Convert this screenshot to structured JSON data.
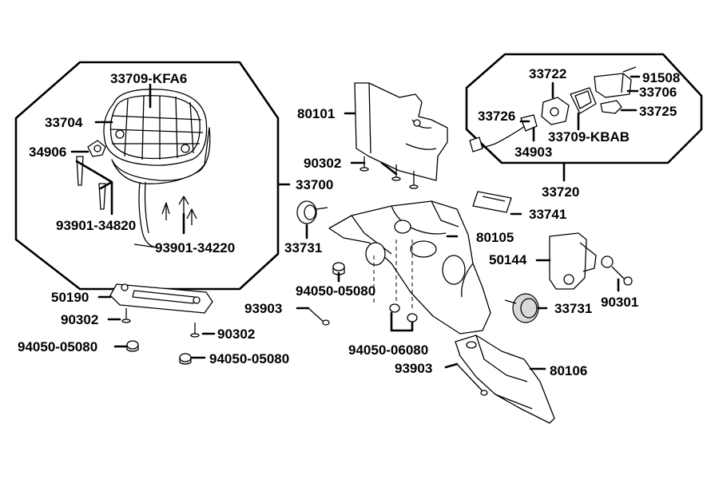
{
  "labels": {
    "p33709_kfa6": "33709-KFA6",
    "p33704": "33704",
    "p34906": "34906",
    "p93901_34820": "93901-34820",
    "p93901_34220": "93901-34220",
    "p33700": "33700",
    "p80101": "80101",
    "p90302_top": "90302",
    "p33722": "33722",
    "p91508": "91508",
    "p33706": "33706",
    "p33726": "33726",
    "p33725": "33725",
    "p33709_kbab": "33709-KBAB",
    "p34903": "34903",
    "p33720": "33720",
    "p33741": "33741",
    "p33731_left": "33731",
    "p80105": "80105",
    "p50144": "50144",
    "p90301": "90301",
    "p33731_right": "33731",
    "p94050_05080_mid": "94050-05080",
    "p93903_mid": "93903",
    "p50190": "50190",
    "p90302_left": "90302",
    "p90302_right": "90302",
    "p94050_05080_left": "94050-05080",
    "p94050_05080_bottom": "94050-05080",
    "p94050_06080": "94050-06080",
    "p93903_bottom": "93903",
    "p80106": "80106"
  },
  "colors": {
    "line": "#000000",
    "background": "#ffffff",
    "part_fill": "#ffffff",
    "shade": "#d9d9d9"
  }
}
